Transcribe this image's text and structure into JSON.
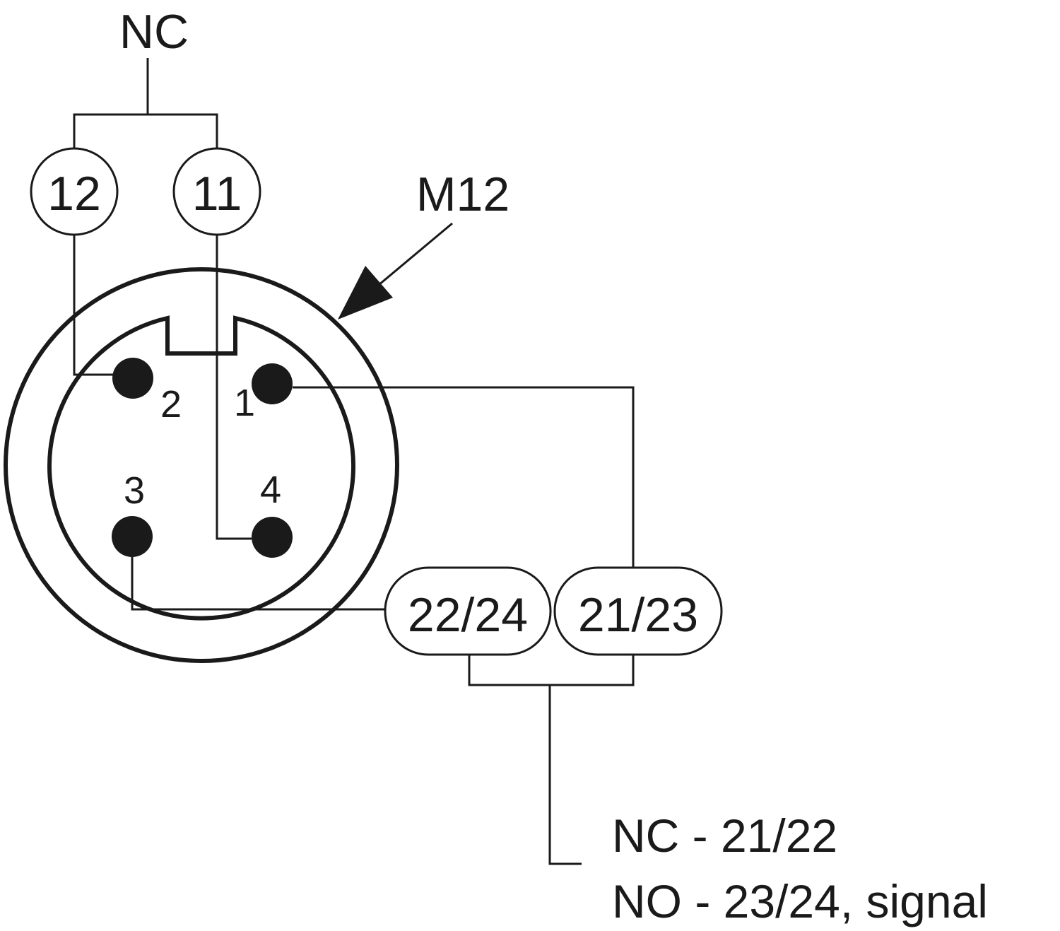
{
  "top_label": "NC",
  "connector_label": "M12",
  "terminals": {
    "t12": "12",
    "t11": "11",
    "t2224": "22/24",
    "t2123": "21/23"
  },
  "pins": {
    "p1": "1",
    "p2": "2",
    "p3": "3",
    "p4": "4"
  },
  "notes": {
    "line1": "NC - 21/22",
    "line2": "NO - 23/24, signal"
  },
  "colors": {
    "ink": "#1a1a1a",
    "background": "#ffffff"
  }
}
